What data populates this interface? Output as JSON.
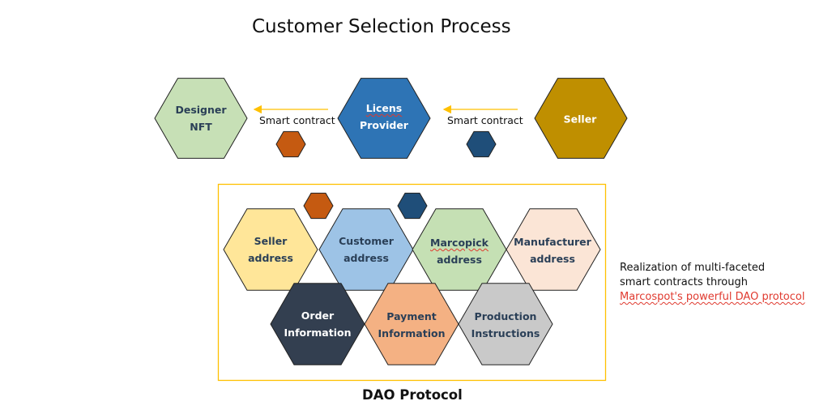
{
  "title": "Customer Selection Process",
  "top_row": {
    "designer": {
      "line1": "Designer",
      "line2": "NFT",
      "fill": "#c7e0b6",
      "text_color": "#2a3f57"
    },
    "license": {
      "line1": "Licens",
      "line2": "Provider",
      "fill": "#2e74b5",
      "text_color": "#ffffff"
    },
    "seller": {
      "line1": "Seller",
      "fill": "#bf8f00",
      "text_color": "#ffffff"
    },
    "arrow_left_label": "Smart contract",
    "arrow_right_label": "Smart contract",
    "arrow_color": "#ffc000",
    "token_left_color": "#c55a11",
    "token_right_color": "#1f4e79"
  },
  "dao": {
    "label": "DAO Protocol",
    "border_color": "#ffc000",
    "tokens": [
      "#c55a11",
      "#1f4e79"
    ],
    "upper": [
      {
        "line1": "Seller",
        "line2": "address",
        "fill": "#ffe699",
        "text_color": "#2a3f57"
      },
      {
        "line1": "Customer",
        "line2": "address",
        "fill": "#9dc3e6",
        "text_color": "#2a3f57"
      },
      {
        "line1": "Marcopick",
        "line2": "address",
        "fill": "#c5e0b4",
        "text_color": "#2a3f57"
      },
      {
        "line1": "Manufacturer",
        "line2": "address",
        "fill": "#fbe5d6",
        "text_color": "#2a3f57"
      }
    ],
    "lower": [
      {
        "line1": "Order",
        "line2": "Information",
        "fill": "#333f50",
        "text_color": "#ffffff"
      },
      {
        "line1": "Payment",
        "line2": "Information",
        "fill": "#f4b183",
        "text_color": "#2a3f57"
      },
      {
        "line1": "Production",
        "line2": "Instructions",
        "fill": "#c9c9c9",
        "text_color": "#2a3f57"
      }
    ]
  },
  "note": {
    "line1": "Realization of multi-faceted",
    "line2": "smart contracts through",
    "line3_red": "Marcospot's powerful DAO protocol",
    "red_color": "#e03a2f"
  }
}
